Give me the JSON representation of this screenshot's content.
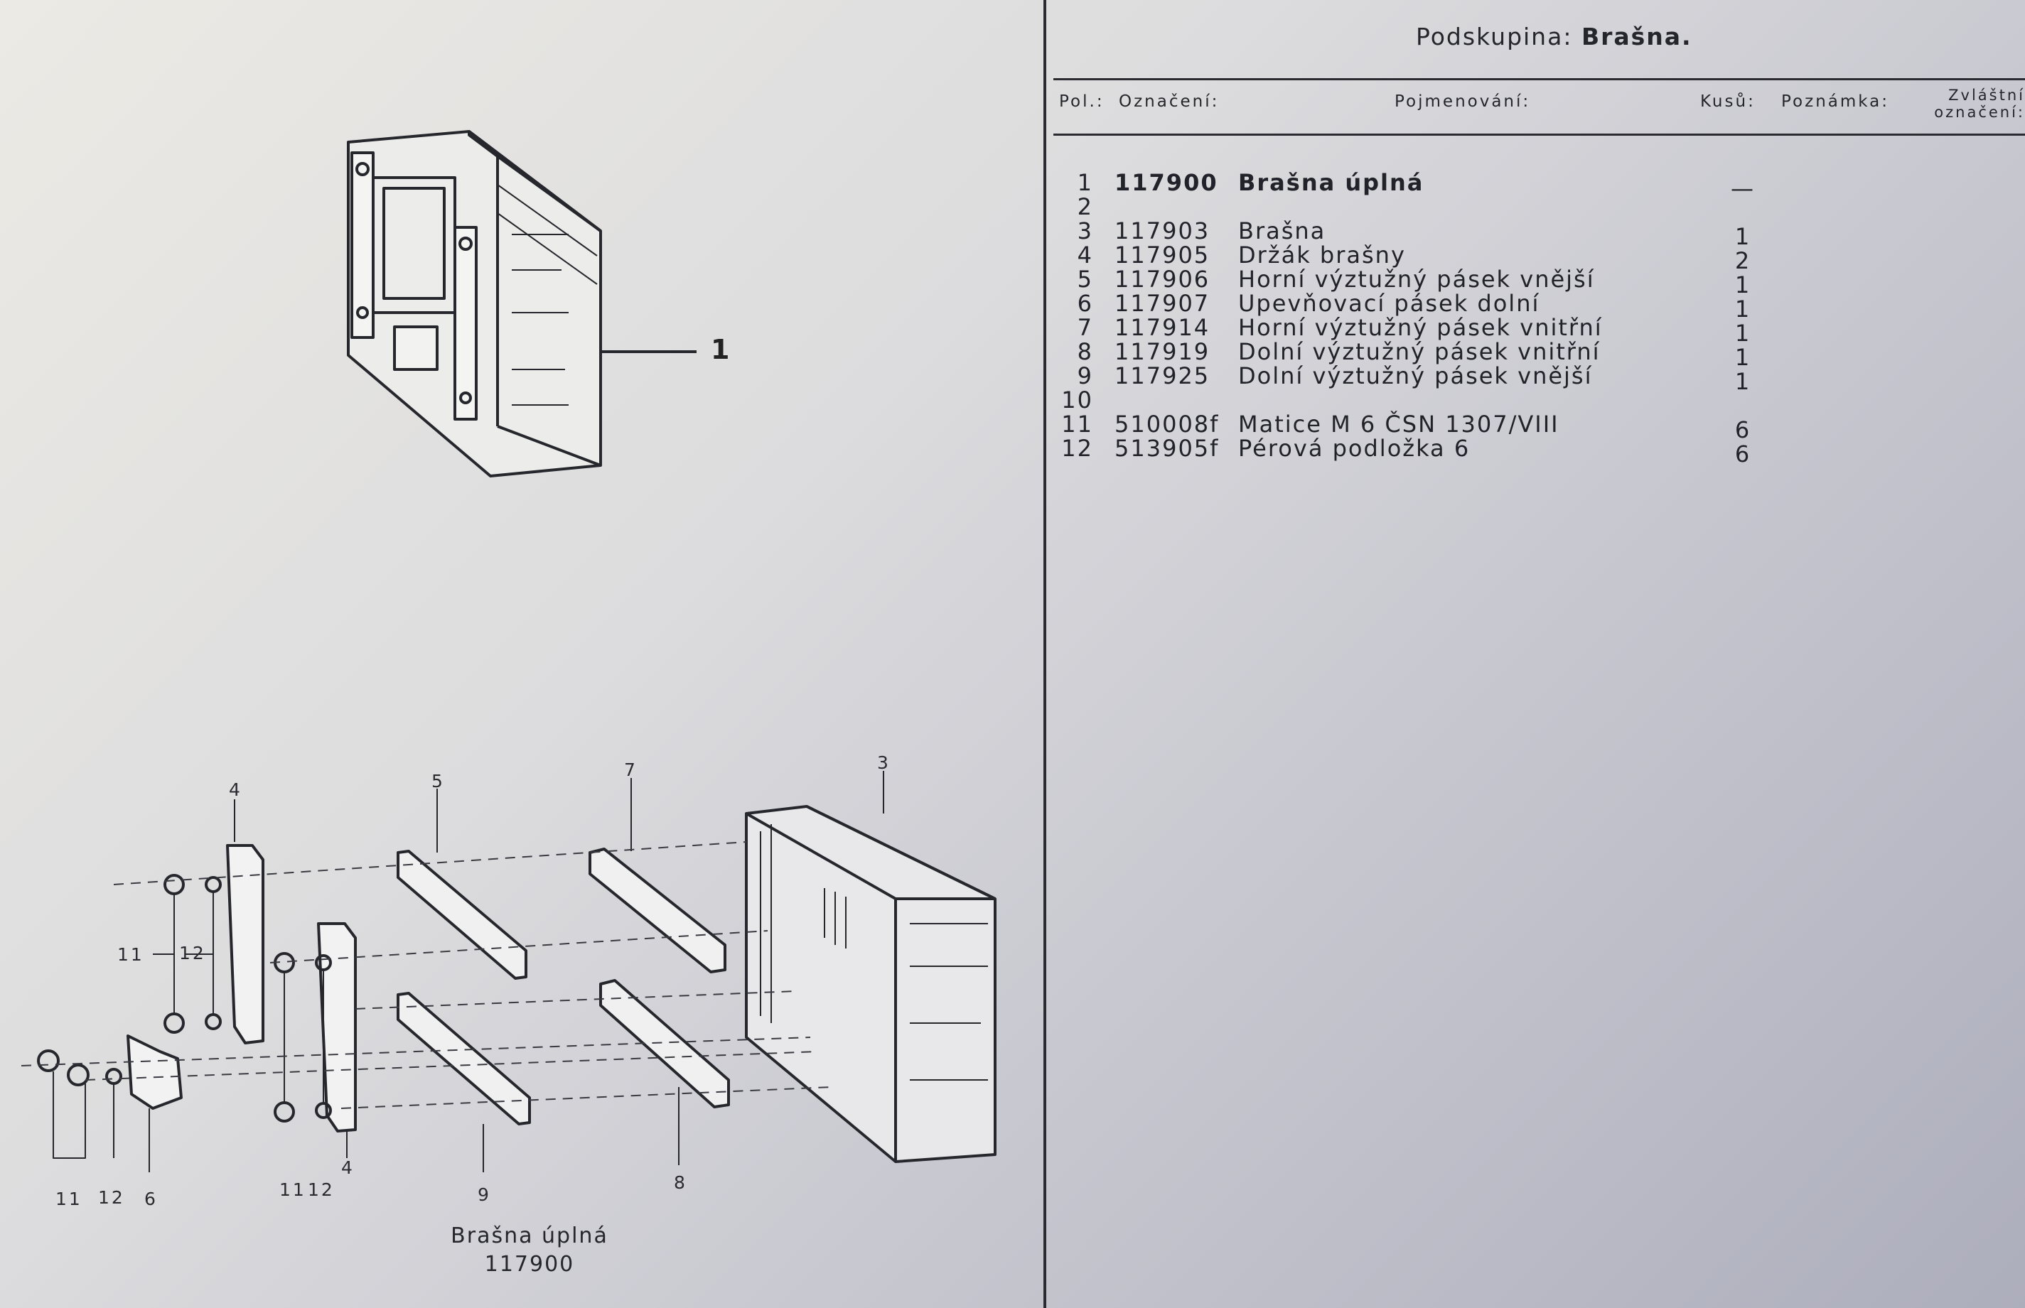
{
  "drawing": {
    "assembly_label": "1",
    "part_labels": [
      "4",
      "5",
      "7",
      "3",
      "11",
      "12",
      "4",
      "11",
      "12",
      "9",
      "8",
      "11",
      "12",
      "6"
    ],
    "caption_name": "Brašna úplná",
    "caption_code": "117900"
  },
  "panel": {
    "subgroup_label": "Podskupina:",
    "subgroup_name": "Brašna.",
    "headers": {
      "pos": "Pol.:",
      "code": "Označení:",
      "name": "Pojmenování:",
      "qty": "Kusů:",
      "note": "Poznámka:",
      "special_line1": "Zvláštní",
      "special_line2": "označení:"
    },
    "parts": [
      {
        "pos": "1",
        "code": "117900",
        "name": "Brašna úplná",
        "qty": "—"
      },
      {
        "pos": "2",
        "code": "",
        "name": "",
        "qty": ""
      },
      {
        "pos": "3",
        "code": "117903",
        "name": "Brašna",
        "qty": "1"
      },
      {
        "pos": "4",
        "code": "117905",
        "name": "Držák brašny",
        "qty": "2"
      },
      {
        "pos": "5",
        "code": "117906",
        "name": "Horní výztužný pásek vnější",
        "qty": "1"
      },
      {
        "pos": "6",
        "code": "117907",
        "name": "Upevňovací pásek dolní",
        "qty": "1"
      },
      {
        "pos": "7",
        "code": "117914",
        "name": "Horní výztužný pásek vnitřní",
        "qty": "1"
      },
      {
        "pos": "8",
        "code": "117919",
        "name": "Dolní výztužný pásek vnitřní",
        "qty": "1"
      },
      {
        "pos": "9",
        "code": "117925",
        "name": "Dolní výztužný pásek vnější",
        "qty": "1"
      },
      {
        "pos": "10",
        "code": "",
        "name": "",
        "qty": ""
      },
      {
        "pos": "11",
        "code": "510008f",
        "name": "Matice M 6 ČSN 1307/VIII",
        "qty": "6"
      },
      {
        "pos": "12",
        "code": "513905f",
        "name": "Pérová podložka 6",
        "qty": "6"
      }
    ]
  }
}
